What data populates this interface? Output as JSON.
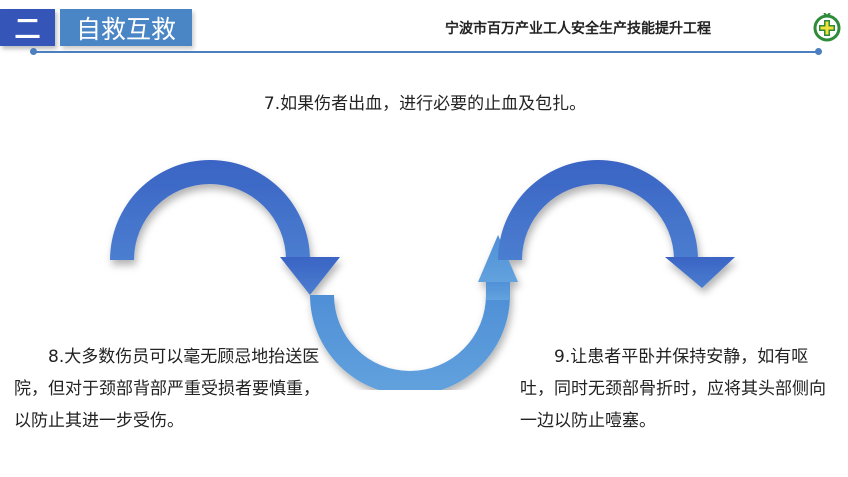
{
  "header": {
    "section_number": "二",
    "section_title": "自救互救",
    "org_name": "宁波市百万产业工人安全生产技能提升工程",
    "logo_icon": "green-cross-shield-icon",
    "accent_color": "#3555b8",
    "title_bg_color": "#4a86c6",
    "logo_color": "#2e8b3a"
  },
  "steps": {
    "step7": "7.如果伤者出血，进行必要的止血及包扎。",
    "step8": "8.大多数伤员可以毫无顾忌地抬送医院，但对于颈部背部严重受损者要慎重，以防止其进一步受伤。",
    "step9": "9.让患者平卧并保持安静，如有呕吐，同时无颈部骨折时，应将其头部侧向一边以防止噎塞。"
  },
  "diagram": {
    "arrow_icon": "wave-arrow-icon",
    "colors": [
      "#3f6cc8",
      "#5a9ad8",
      "#3f6cc8"
    ]
  }
}
